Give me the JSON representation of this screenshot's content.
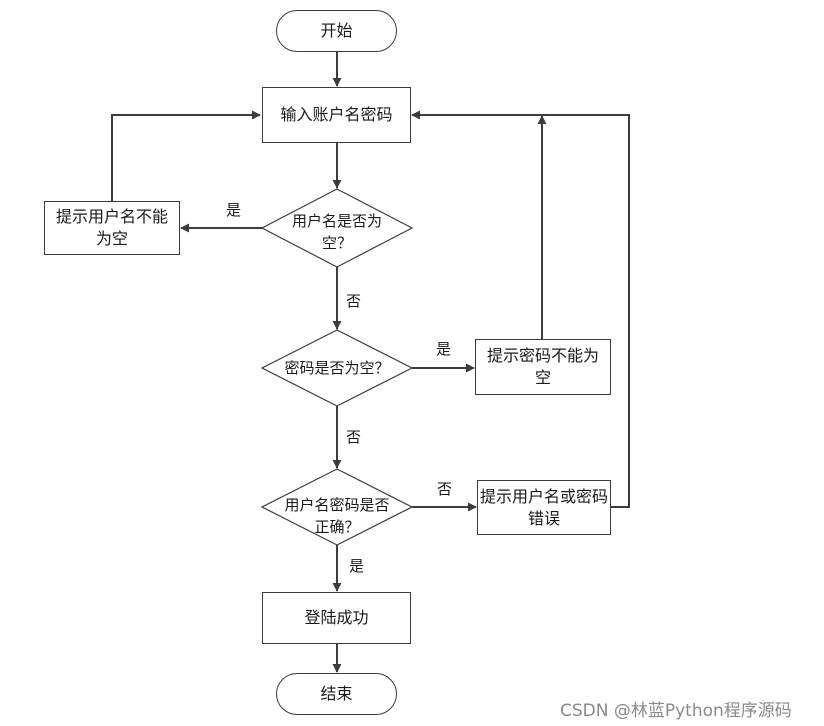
{
  "diagram": {
    "start": "开始",
    "input": "输入账户名密码",
    "check_username": "用户名是否为空？",
    "username_empty_msg": "提示用户名不能为空",
    "check_password": "密码是否为空？",
    "password_empty_msg": "提示密码不能为空",
    "check_correct": "用户名密码是否正确？",
    "wrong_msg": "提示用户名或密码错误",
    "success": "登陆成功",
    "end": "结束",
    "label_yes": "是",
    "label_no": "否"
  },
  "watermark": "CSDN @林蓝Python程序源码",
  "colors": {
    "line": "#3c3c3c",
    "text": "#1a1a1a",
    "watermark": "#8a8a8a"
  }
}
